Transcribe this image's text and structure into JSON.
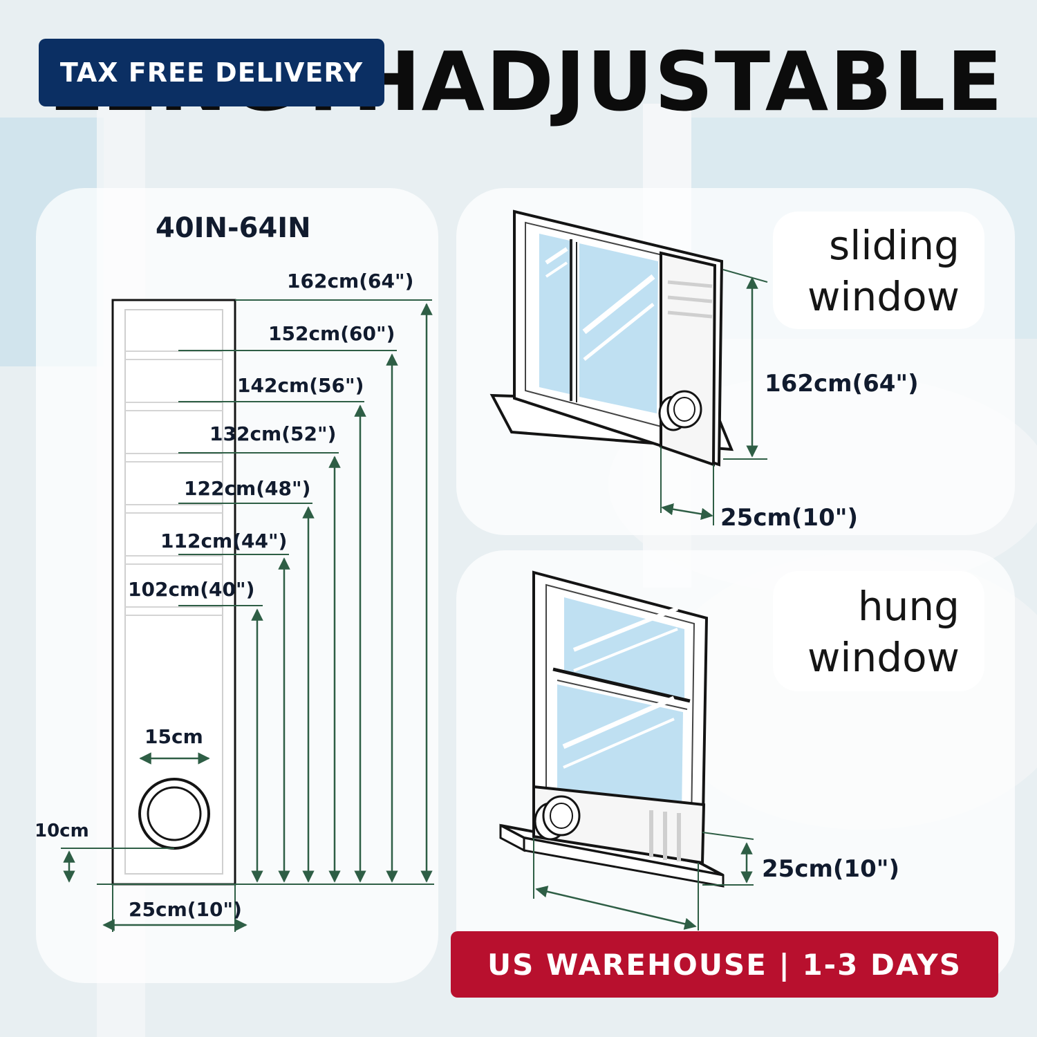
{
  "headline": {
    "left": "LENGTH",
    "right": "ADJUSTABLE"
  },
  "badges": {
    "top": "TAX FREE DELIVERY",
    "bottom": "US WAREHOUSE | 1-3 DAYS"
  },
  "panel_vertical": {
    "range_label": "40IN-64IN",
    "lengths": [
      "162cm(64\")",
      "152cm(60\")",
      "142cm(56\")",
      "132cm(52\")",
      "122cm(48\")",
      "112cm(44\")",
      "102cm(40\")"
    ],
    "hole_width": "15cm",
    "hole_offset": "10cm",
    "width": "25cm(10\")"
  },
  "sliding": {
    "title_line1": "sliding",
    "title_line2": "window",
    "height": "162cm(64\")",
    "width": "25cm(10\")"
  },
  "hung": {
    "title_line1": "hung",
    "title_line2": "window",
    "height": "25cm(10\")"
  },
  "colors": {
    "navy": "#0b2f63",
    "red": "#b8102e",
    "dim_line": "#2e5e45",
    "sky": "#bfe0f2"
  },
  "icons": [
    "window-sash-panel",
    "exhaust-hose-port",
    "sliding-window",
    "hung-window"
  ]
}
